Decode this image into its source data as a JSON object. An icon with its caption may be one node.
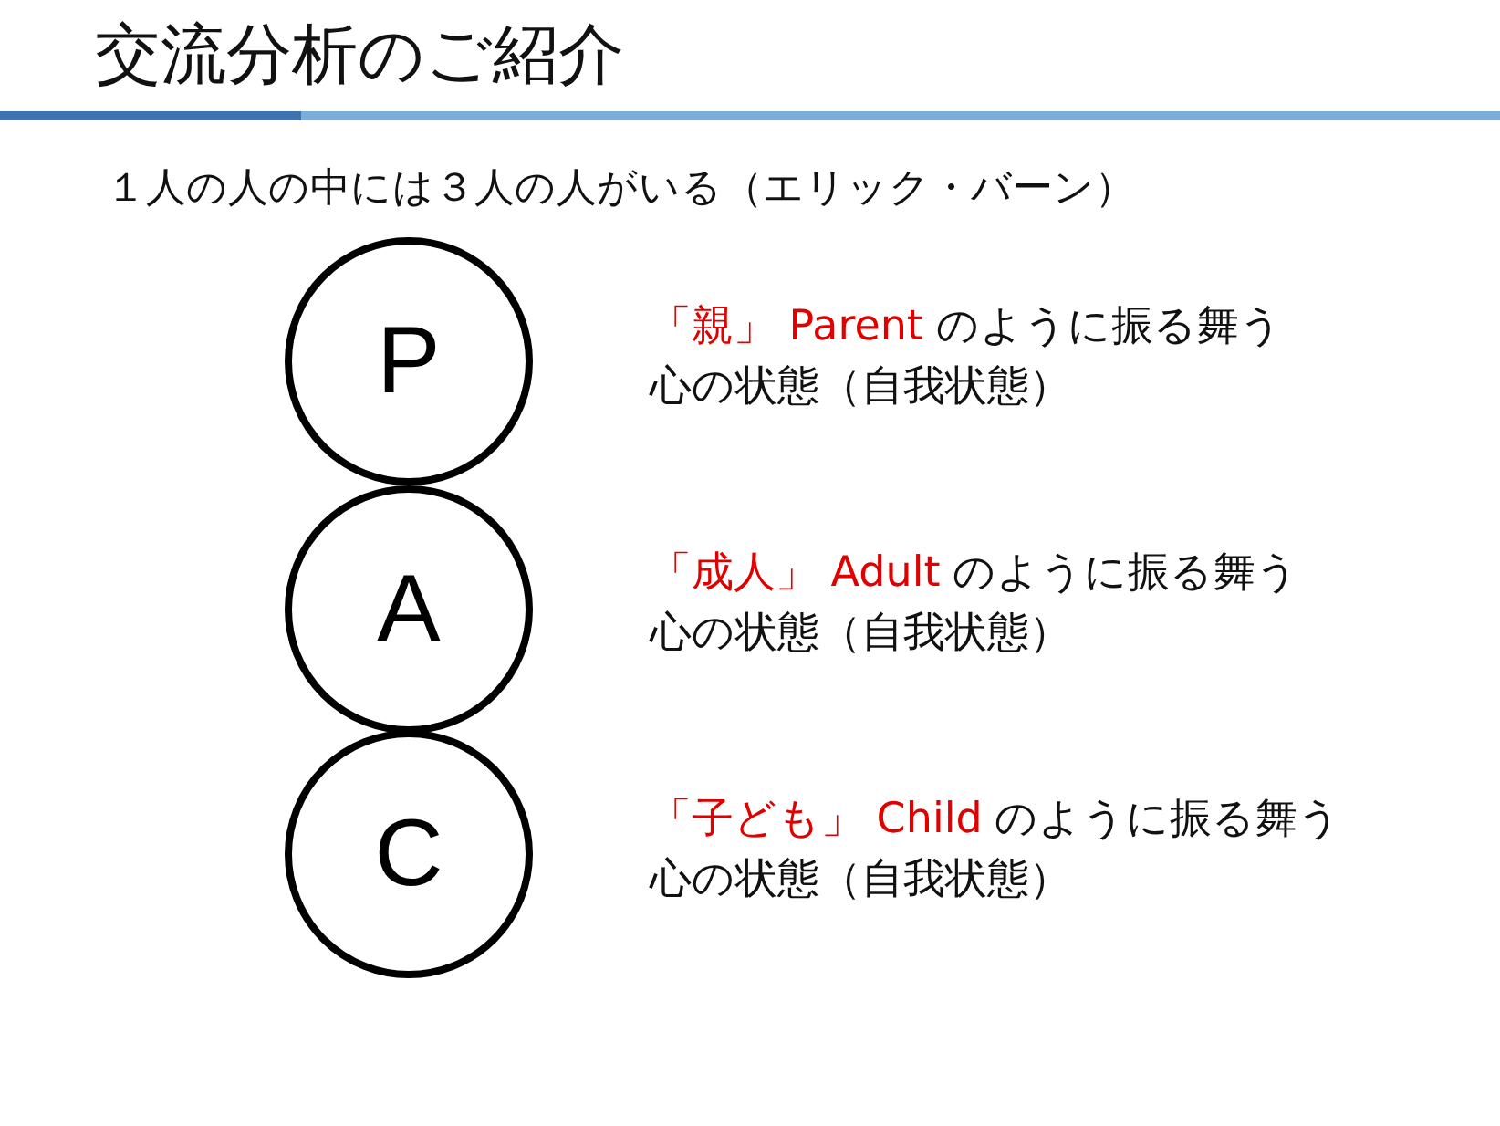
{
  "diagram": {
    "title": "交流分析のご紹介",
    "labels": [
      "１人の人の中には３人の人がいる（エリック・バーン）"
    ],
    "nodes": [
      {
        "text": [
          "P"
        ],
        "beside": [
          "「親」 Parent",
          "のように振る舞う",
          "心の状態（自我状態）"
        ]
      },
      {
        "text": [
          "A"
        ],
        "beside": [
          "「成人」 Adult",
          "のように振る舞う",
          "心の状態（自我状態）"
        ]
      },
      {
        "text": [
          "C"
        ],
        "beside": [
          "「子ども」 Child",
          "のように振る舞う",
          "心の状態（自我状態）"
        ]
      }
    ]
  }
}
